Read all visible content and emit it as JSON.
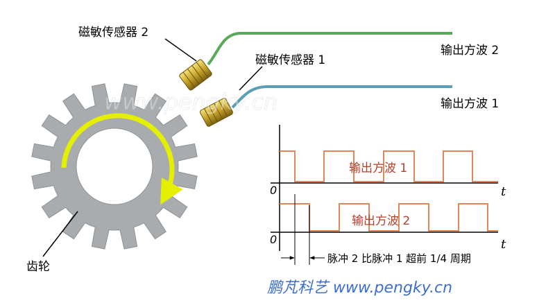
{
  "labels": {
    "sensor2": "磁敏传感器 2",
    "sensor1": "磁敏传感器 1",
    "output2": "输出方波 2",
    "output1": "输出方波 1",
    "gear": "齿轮",
    "wave1": "输出方波 1",
    "wave2": "输出方波 2",
    "zero1": "0",
    "zero2": "0",
    "t1": "t",
    "t2": "t",
    "lead_note": "脉冲 2 比脉冲 1 超前 1/4 周期",
    "watermark": "www.pengky.cn",
    "brand": "鹏芃科艺 www.pengky.cn"
  },
  "colors": {
    "gear": "#a9acaf",
    "arrow": "#e4f000",
    "wire_green": "#5aa85a",
    "wire_blue": "#5a9fb3",
    "sensor": "#c8a42a",
    "pulse": "#e0885a",
    "wave_label": "#b3402a",
    "brand": "#3c6ed0"
  }
}
